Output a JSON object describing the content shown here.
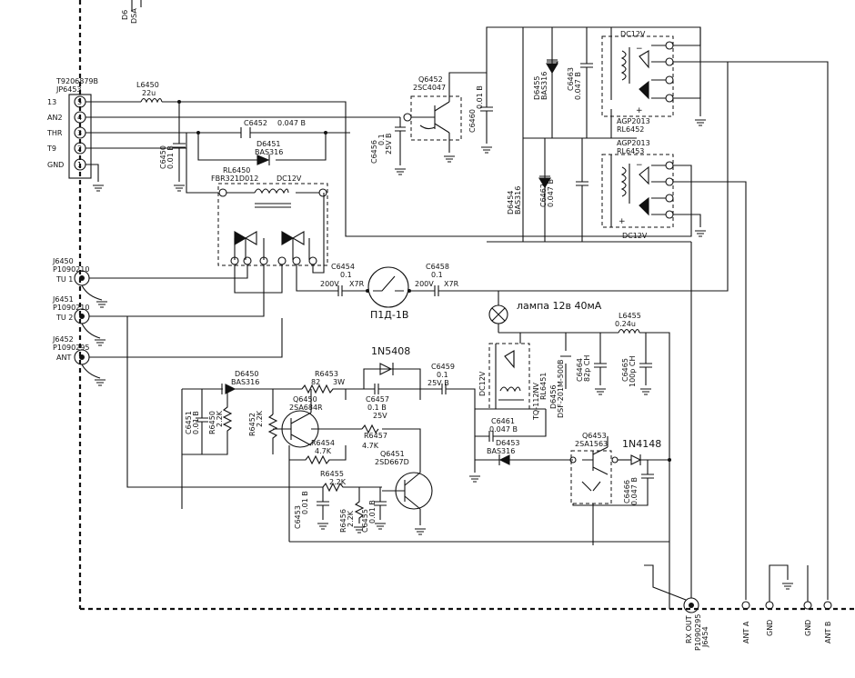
{
  "top_cut": {
    "label_a": "D6",
    "label_b": "DSA"
  },
  "connector": {
    "ref": "JP6453",
    "part": "T9206879B",
    "pins": [
      {
        "num": "5",
        "name": "13"
      },
      {
        "num": "4",
        "name": "AN2"
      },
      {
        "num": "3",
        "name": "THR"
      },
      {
        "num": "2",
        "name": "T9"
      },
      {
        "num": "1",
        "name": "GND"
      }
    ]
  },
  "jacks": [
    {
      "ref": "J6450",
      "part": "P1090210",
      "name": "TU 1"
    },
    {
      "ref": "J6451",
      "part": "P1090210",
      "name": "TU 2"
    },
    {
      "ref": "J6452",
      "part": "P1090295",
      "name": "ANT"
    }
  ],
  "components": {
    "L6450": {
      "ref": "L6450",
      "value": "22u"
    },
    "C6452": {
      "ref": "C6452",
      "value": "0.047 B"
    },
    "D6451": {
      "ref": "D6451",
      "part": "BAS316"
    },
    "C6450": {
      "ref": "C6450",
      "value": "0.01 B"
    },
    "RL6450": {
      "ref": "RL6450",
      "part": "FBR321D012",
      "coil": "DC12V"
    },
    "C6456": {
      "ref": "C6456",
      "value": "0.1",
      "voltage": "25V",
      "type": "B"
    },
    "Q6452": {
      "ref": "Q6452",
      "part": "2SC4047"
    },
    "C6460": {
      "ref": "C6460",
      "value": "0.01 B"
    },
    "D6455": {
      "ref": "D6455",
      "part": "BAS316"
    },
    "C6463": {
      "ref": "C6463",
      "value": "0.047 B"
    },
    "RL6452": {
      "ref": "RL6452",
      "part": "AGP2013",
      "coil": "DC12V"
    },
    "RL6453": {
      "ref": "RL6453",
      "part": "AGP2013",
      "coil": "DC12V"
    },
    "D6454": {
      "ref": "D6454",
      "part": "BAS316"
    },
    "C6462": {
      "ref": "C6462",
      "value": "0.047 B"
    },
    "C6454": {
      "ref": "C6454",
      "value": "0.1",
      "rating": "200V",
      "type": "X7R"
    },
    "C6458": {
      "ref": "C6458",
      "value": "0.1",
      "rating": "200V",
      "type": "X7R"
    },
    "L6455": {
      "ref": "L6455",
      "value": "0.24u"
    },
    "D6450": {
      "ref": "D6450",
      "part": "BAS316"
    },
    "R6453": {
      "ref": "R6453",
      "value": "82",
      "power": "3W"
    },
    "Q6450": {
      "ref": "Q6450",
      "part": "2SA684R"
    },
    "C6457": {
      "ref": "C6457",
      "value": "0.1 B",
      "voltage": "25V"
    },
    "C6459": {
      "ref": "C6459",
      "value": "0.1",
      "voltage": "25V B"
    },
    "C6451": {
      "ref": "C6451",
      "value": "0.01 B"
    },
    "R6450": {
      "ref": "R6450",
      "value": "2.2K"
    },
    "R6452": {
      "ref": "R6452",
      "value": "2.2K"
    },
    "R6454": {
      "ref": "R6454",
      "value": "4.7K"
    },
    "R6457": {
      "ref": "R6457",
      "value": "4.7K"
    },
    "Q6451": {
      "ref": "Q6451",
      "part": "2SD667D"
    },
    "R6455": {
      "ref": "R6455",
      "value": "2.2K"
    },
    "C6453": {
      "ref": "C6453",
      "value": "0.01 B"
    },
    "R6456": {
      "ref": "R6456",
      "value": "2.2K"
    },
    "C6455": {
      "ref": "C6455",
      "value": "0.01 B"
    },
    "RL6451": {
      "ref": "RL6451",
      "part": "TQ-112NV",
      "coil": "DC12V"
    },
    "C6461": {
      "ref": "C6461",
      "value": "0.047 B"
    },
    "D6453": {
      "ref": "D6453",
      "part": "BAS316"
    },
    "D6456": {
      "ref": "D6456",
      "part": "DSF-201M-500B"
    },
    "C6464": {
      "ref": "C6464",
      "value": "82p CH"
    },
    "C6465": {
      "ref": "C6465",
      "value": "100p CH"
    },
    "Q6453": {
      "ref": "Q6453",
      "part": "2SA1563"
    },
    "C6466": {
      "ref": "C6466",
      "value": "0.047 B"
    }
  },
  "annotations": {
    "switch": "П1Д-1В",
    "lamp": "лампа 12в 40мА",
    "diode_1n5408": "1N5408",
    "diode_1n4148": "1N4148"
  },
  "relay_marks": {
    "minus": "−",
    "plus": "+"
  },
  "bottom_connector": {
    "part": "P1090295",
    "ref": "J6454",
    "label": "RX OUT",
    "terminals": [
      "ANT A",
      "GND",
      "GND",
      "ANT B"
    ]
  },
  "colors": {
    "ink": "#111111",
    "paper": "#ffffff"
  }
}
